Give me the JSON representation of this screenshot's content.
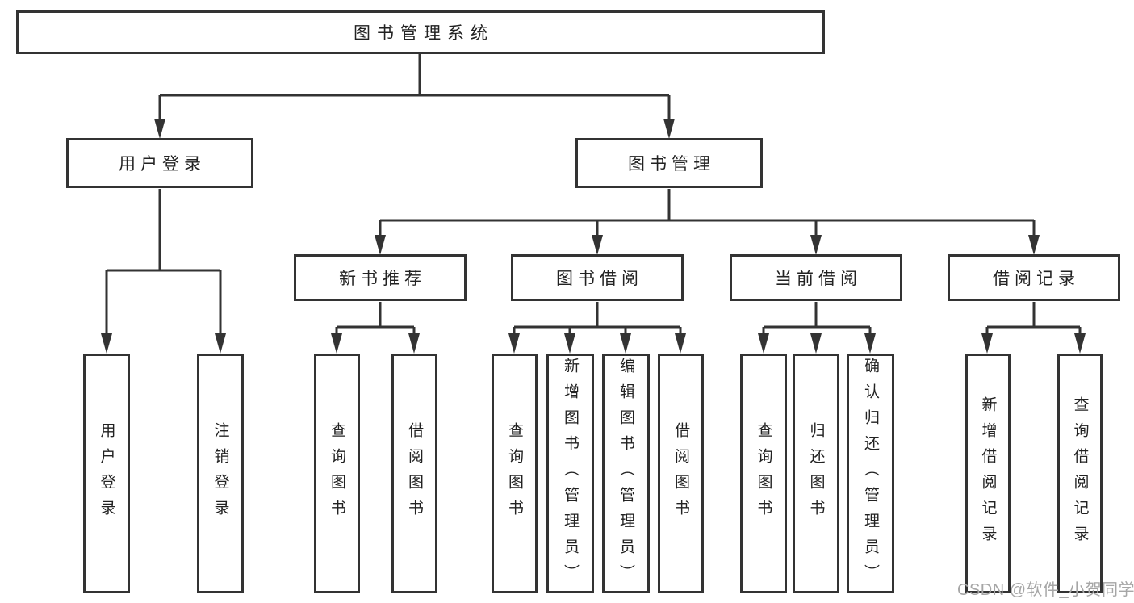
{
  "diagram": {
    "type": "hierarchy-tree",
    "root": {
      "label": "图书管理系统"
    },
    "level2": [
      {
        "label": "用户登录"
      },
      {
        "label": "图书管理"
      }
    ],
    "level3": [
      {
        "label": "新书推荐"
      },
      {
        "label": "图书借阅"
      },
      {
        "label": "当前借阅"
      },
      {
        "label": "借阅记录"
      }
    ],
    "leaves": [
      {
        "label": "用户登录"
      },
      {
        "label": "注销登录"
      },
      {
        "label": "查询图书"
      },
      {
        "label": "借阅图书"
      },
      {
        "label": "查询图书"
      },
      {
        "label": "新增图书（管理员）"
      },
      {
        "label": "编辑图书（管理员）"
      },
      {
        "label": "借阅图书"
      },
      {
        "label": "查询图书"
      },
      {
        "label": "归还图书"
      },
      {
        "label": "确认归还（管理员）"
      },
      {
        "label": "新增借阅记录"
      },
      {
        "label": "查询借阅记录"
      }
    ],
    "structure": {
      "图书管理系统": [
        "用户登录",
        "图书管理"
      ],
      "用户登录": [
        "用户登录",
        "注销登录"
      ],
      "图书管理": [
        "新书推荐",
        "图书借阅",
        "当前借阅",
        "借阅记录"
      ],
      "新书推荐": [
        "查询图书",
        "借阅图书"
      ],
      "图书借阅": [
        "查询图书",
        "新增图书（管理员）",
        "编辑图书（管理员）",
        "借阅图书"
      ],
      "当前借阅": [
        "查询图书",
        "归还图书",
        "确认归还（管理员）"
      ],
      "借阅记录": [
        "新增借阅记录",
        "查询借阅记录"
      ]
    },
    "colors": {
      "line": "#333333",
      "border": "#333333",
      "text": "#222222",
      "background": "#ffffff",
      "watermark": "#a6a6a6"
    },
    "watermark": "CSDN @软件_小贺同学"
  }
}
